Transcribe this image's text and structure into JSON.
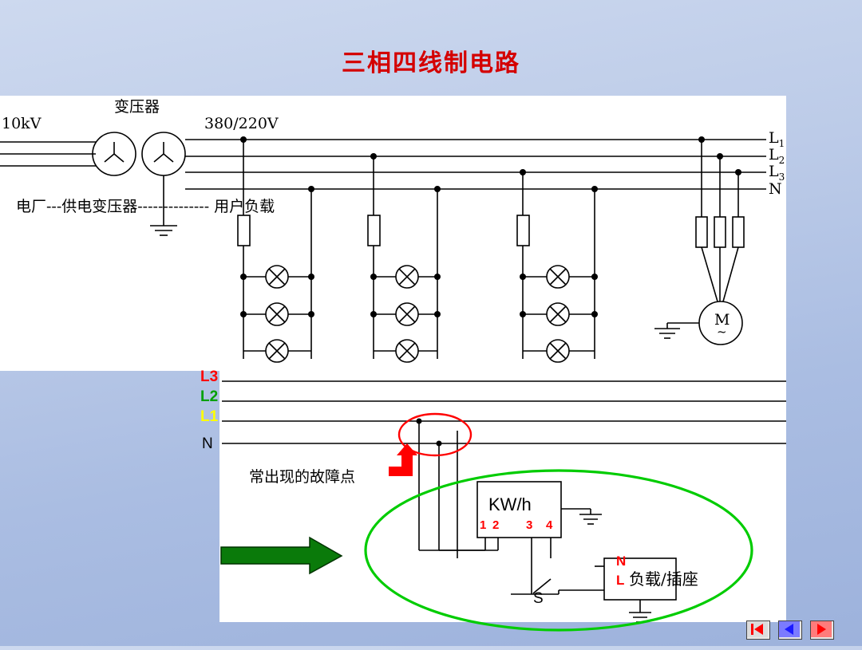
{
  "slide": {
    "title": "三相四线制电路",
    "title_color": "#d40000",
    "background_colors": [
      "#cdd9ef",
      "#9db2dc"
    ]
  },
  "top_diagram": {
    "labels": {
      "voltage_in": "10kV",
      "transformer": "变压器",
      "voltage_out": "380/220V",
      "flow_text": "电厂---供电变压器-------------- 用户负载",
      "lines": [
        "L",
        "L",
        "L",
        "N"
      ],
      "line_subs": [
        "1",
        "2",
        "3",
        ""
      ],
      "motor": "M",
      "motor_sub": "~"
    }
  },
  "bottom_diagram": {
    "bus_labels": [
      {
        "text": "L3",
        "color": "#ff0000"
      },
      {
        "text": "L2",
        "color": "#00a000"
      },
      {
        "text": "L1",
        "color": "#ffff00"
      },
      {
        "text": "N",
        "color": "#000000"
      }
    ],
    "fault_note": "常出现的故障点",
    "meter_label": "KW/h",
    "meter_terminals": [
      "1",
      "2",
      "3",
      "4"
    ],
    "switch_label": "S",
    "load_label": "负载/插座",
    "load_terminals": [
      {
        "text": "N",
        "color": "#ff0000"
      },
      {
        "text": "L",
        "color": "#ff0000"
      }
    ],
    "highlight_ellipse_color": "#00cc00",
    "fault_circle_color": "#ff0000",
    "arrow_color": "#006600",
    "fault_arrow_color": "#ff0000"
  },
  "nav": {
    "first_label": "first-slide",
    "prev_label": "previous-slide",
    "next_label": "next-slide",
    "button_color": "#ff0000",
    "prev_button_color": "#3333ff"
  }
}
